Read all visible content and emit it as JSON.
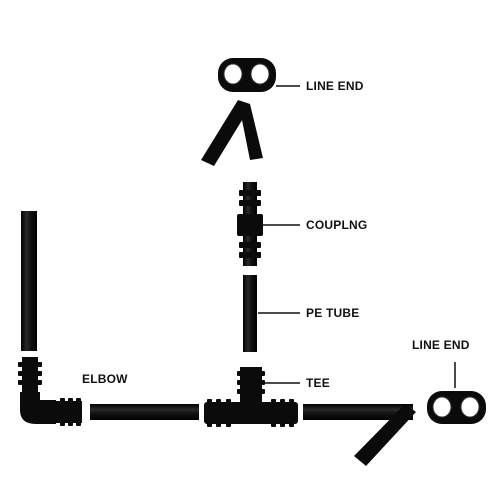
{
  "labels": {
    "line_end_top": "LINE END",
    "coupling": "COUPLNG",
    "pe_tube": "PE TUBE",
    "tee": "TEE",
    "elbow": "ELBOW",
    "line_end_right": "LINE END"
  },
  "colors": {
    "part": "#0b0b0b",
    "highlight": "#3a3a3a",
    "leader": "#111111",
    "background": "#ffffff"
  }
}
